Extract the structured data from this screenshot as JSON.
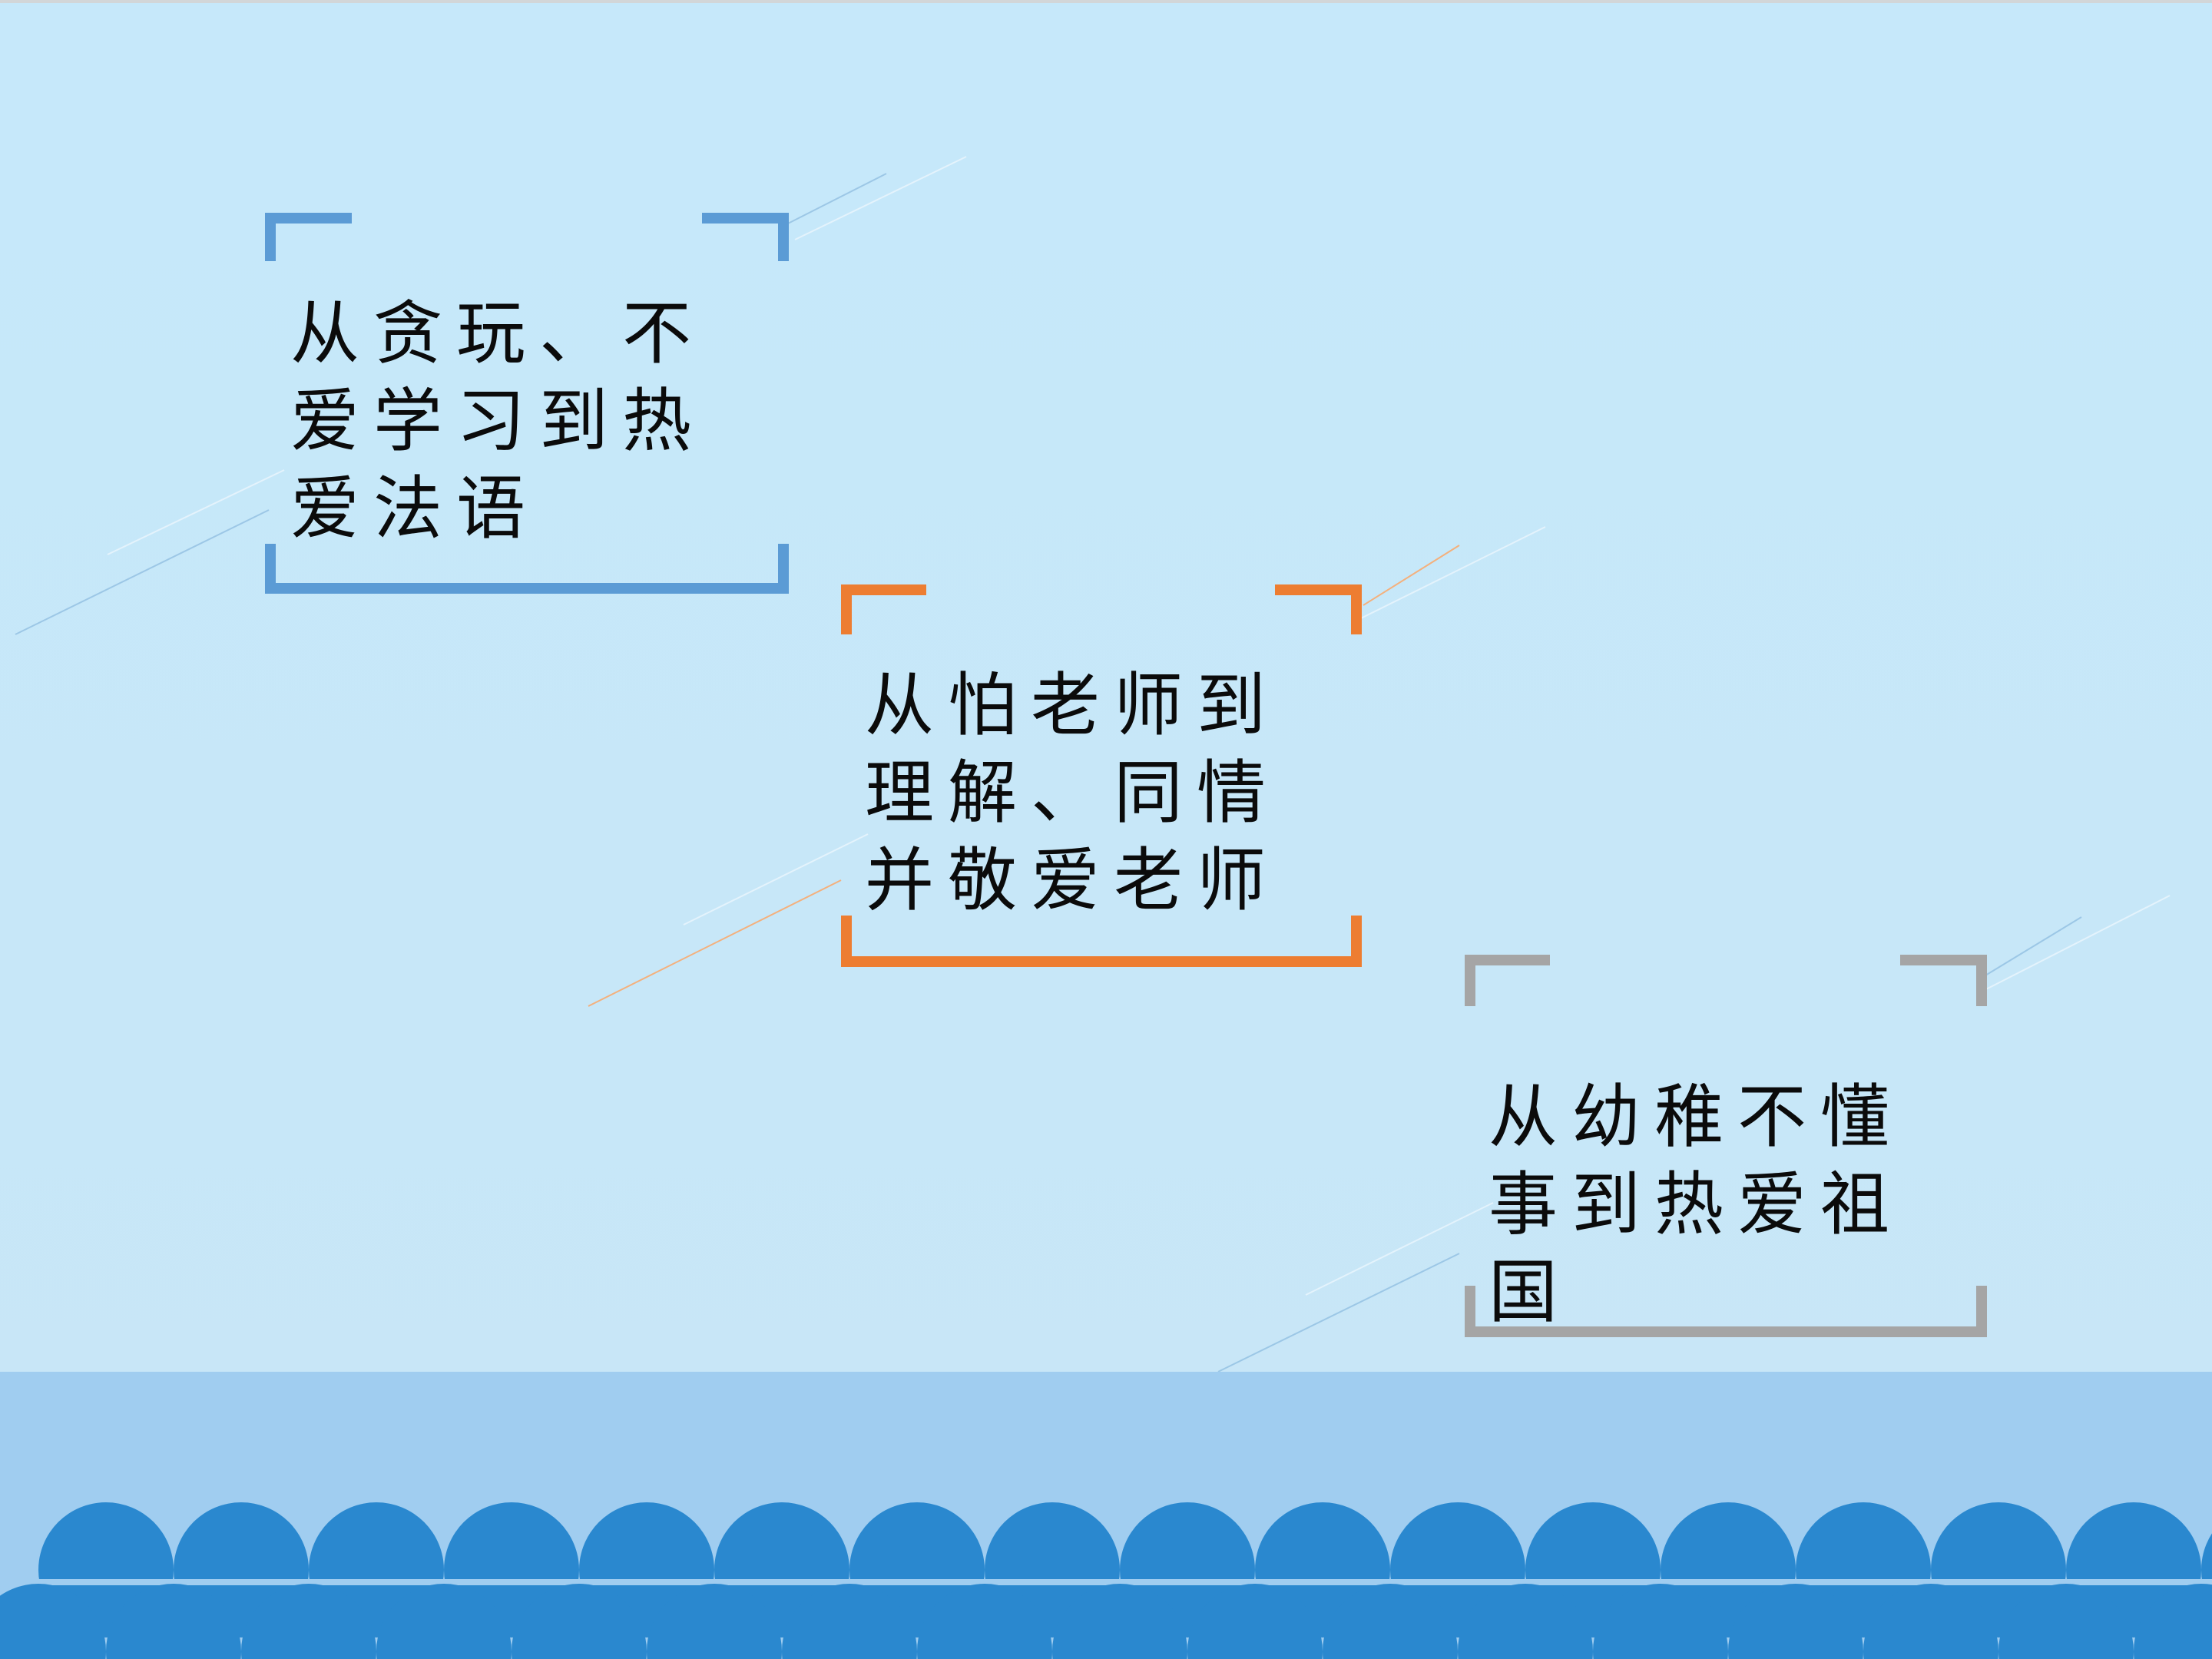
{
  "callouts": [
    {
      "id": "callout-1",
      "text": "从贪玩、不爱学习到热爱法语",
      "color": "#5b9bd5"
    },
    {
      "id": "callout-2",
      "text": "从怕老师到理解、同情并敬爱老师",
      "color": "#ed7d31"
    },
    {
      "id": "callout-3",
      "text": "从幼稚不懂事到热爱祖国",
      "color": "#a5a5a5"
    }
  ],
  "theme": {
    "background": "#c7e7f8",
    "footer_band": "#a0cdf0",
    "wave_color": "#2a88cf"
  }
}
